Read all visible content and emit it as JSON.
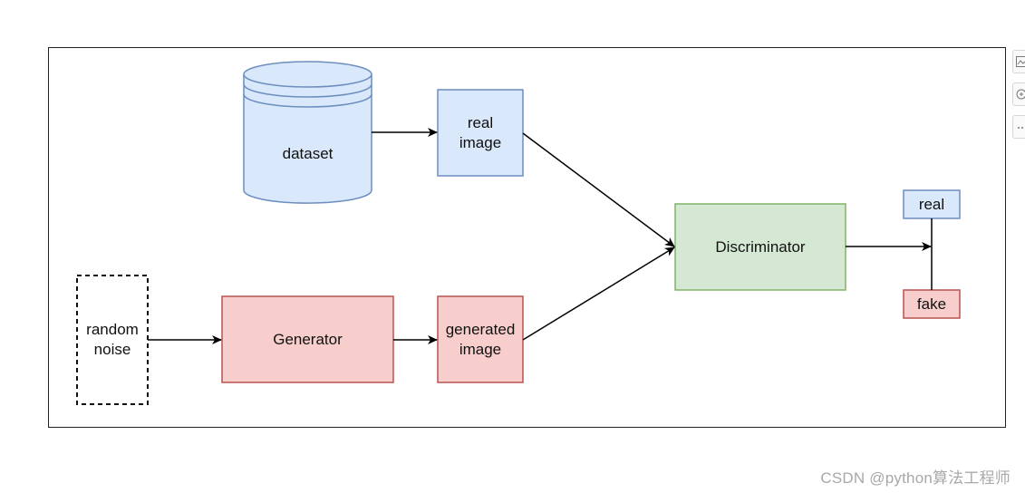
{
  "nodes": {
    "dataset": "dataset",
    "real_image": "real\nimage",
    "random_noise": "random\nnoise",
    "generator": "Generator",
    "generated_image": "generated\nimage",
    "discriminator": "Discriminator",
    "real": "real",
    "fake": "fake"
  },
  "colors": {
    "blue_fill": "#dae8fc",
    "blue_stroke": "#6c8ebf",
    "red_fill": "#f8cecc",
    "red_stroke": "#b85450",
    "green_fill": "#d5e8d4",
    "green_stroke": "#82b366"
  },
  "side_toolbar": {
    "icons": [
      "image-icon",
      "zoom-icon",
      "more-icon"
    ]
  },
  "watermark": "CSDN @python算法工程师"
}
